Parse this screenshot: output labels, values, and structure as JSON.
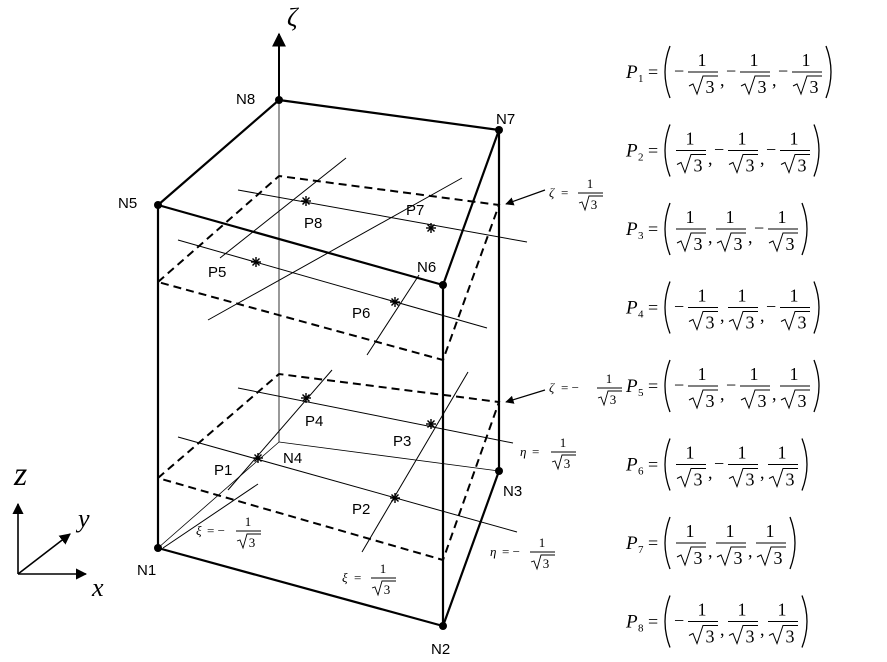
{
  "nodes": [
    {
      "id": "N1",
      "label": "N1"
    },
    {
      "id": "N2",
      "label": "N2"
    },
    {
      "id": "N3",
      "label": "N3"
    },
    {
      "id": "N4",
      "label": "N4"
    },
    {
      "id": "N5",
      "label": "N5"
    },
    {
      "id": "N6",
      "label": "N6"
    },
    {
      "id": "N7",
      "label": "N7"
    },
    {
      "id": "N8",
      "label": "N8"
    }
  ],
  "points": [
    {
      "id": "P1",
      "label": "P1"
    },
    {
      "id": "P2",
      "label": "P2"
    },
    {
      "id": "P3",
      "label": "P3"
    },
    {
      "id": "P4",
      "label": "P4"
    },
    {
      "id": "P5",
      "label": "P5"
    },
    {
      "id": "P6",
      "label": "P6"
    },
    {
      "id": "P7",
      "label": "P7"
    },
    {
      "id": "P8",
      "label": "P8"
    }
  ],
  "axes": {
    "zeta": "ζ",
    "global_z": "z",
    "global_y": "y",
    "global_x": "x"
  },
  "plane_labels": {
    "zeta_pos": {
      "var": "ζ",
      "eq": "=",
      "num": "1",
      "den": "3"
    },
    "zeta_neg": {
      "var": "ζ",
      "eq": "= −",
      "num": "1",
      "den": "3"
    },
    "eta_pos": {
      "var": "η",
      "eq": "=",
      "num": "1",
      "den": "3"
    },
    "eta_neg": {
      "var": "η",
      "eq": "= −",
      "num": "1",
      "den": "3"
    },
    "xi_pos": {
      "var": "ξ",
      "eq": "=",
      "num": "1",
      "den": "3"
    },
    "xi_neg": {
      "var": "ξ",
      "eq": "= −",
      "num": "1",
      "den": "3"
    }
  },
  "equations": [
    {
      "name": "P",
      "sub": "1",
      "signs": [
        "−",
        "−",
        "−"
      ],
      "num": "1",
      "den": "3"
    },
    {
      "name": "P",
      "sub": "2",
      "signs": [
        "",
        "−",
        "−"
      ],
      "num": "1",
      "den": "3"
    },
    {
      "name": "P",
      "sub": "3",
      "signs": [
        "",
        "",
        "−"
      ],
      "num": "1",
      "den": "3"
    },
    {
      "name": "P",
      "sub": "4",
      "signs": [
        "−",
        "",
        "−"
      ],
      "num": "1",
      "den": "3"
    },
    {
      "name": "P",
      "sub": "5",
      "signs": [
        "−",
        "−",
        ""
      ],
      "num": "1",
      "den": "3"
    },
    {
      "name": "P",
      "sub": "6",
      "signs": [
        "",
        "−",
        ""
      ],
      "num": "1",
      "den": "3"
    },
    {
      "name": "P",
      "sub": "7",
      "signs": [
        "",
        "",
        ""
      ],
      "num": "1",
      "den": "3"
    },
    {
      "name": "P",
      "sub": "8",
      "signs": [
        "−",
        "",
        ""
      ],
      "num": "1",
      "den": "3"
    }
  ]
}
